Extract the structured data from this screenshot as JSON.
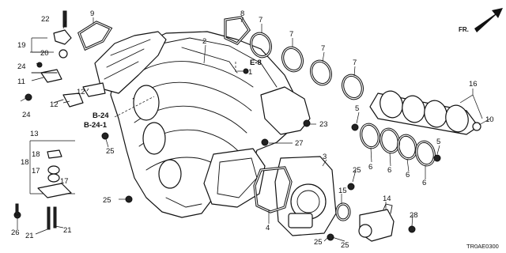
{
  "diagram_code": "TR0AE0300",
  "direction_label": "FR.",
  "references": {
    "e8": "E-8",
    "b24": "B-24",
    "b241": "B-24-1"
  },
  "callouts": {
    "n1": "1",
    "n2": "2",
    "n3": "3",
    "n4": "4",
    "n5a": "5",
    "n5b": "5",
    "n6a": "6",
    "n6b": "6",
    "n6c": "6",
    "n6d": "6",
    "n7a": "7",
    "n7b": "7",
    "n7c": "7",
    "n7d": "7",
    "n8": "8",
    "n9": "9",
    "n10": "10",
    "n11": "11",
    "n12a": "12",
    "n12b": "12",
    "n13": "13",
    "n14": "14",
    "n15": "15",
    "n16": "16",
    "n17a": "17",
    "n17b": "17",
    "n18a": "18",
    "n18b": "18",
    "n19": "19",
    "n20": "20",
    "n21a": "21",
    "n21b": "21",
    "n22": "22",
    "n23": "23",
    "n24a": "24",
    "n24b": "24",
    "n25a": "25",
    "n25b": "25",
    "n25c": "25",
    "n25d": "25",
    "n25e": "25",
    "n26": "26",
    "n27": "27",
    "n28": "28"
  }
}
